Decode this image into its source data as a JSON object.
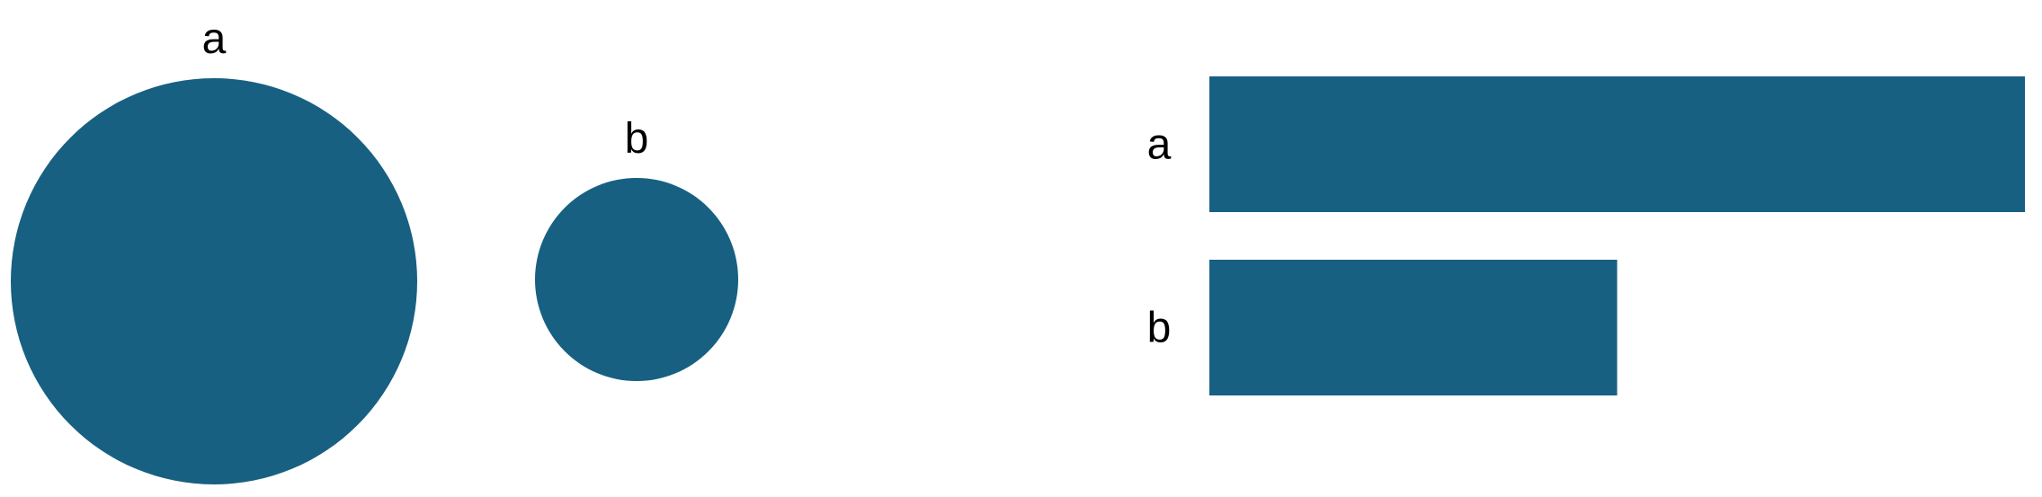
{
  "colors": {
    "mark": "#176082",
    "text": "#000000",
    "background": "#ffffff"
  },
  "chart_data": [
    {
      "type": "bubble",
      "categories": [
        "a",
        "b"
      ],
      "values": [
        4,
        1
      ],
      "encoding": "area"
    },
    {
      "type": "bar",
      "orientation": "horizontal",
      "categories": [
        "a",
        "b"
      ],
      "values": [
        2,
        1
      ],
      "grid": false,
      "axes": false
    }
  ]
}
